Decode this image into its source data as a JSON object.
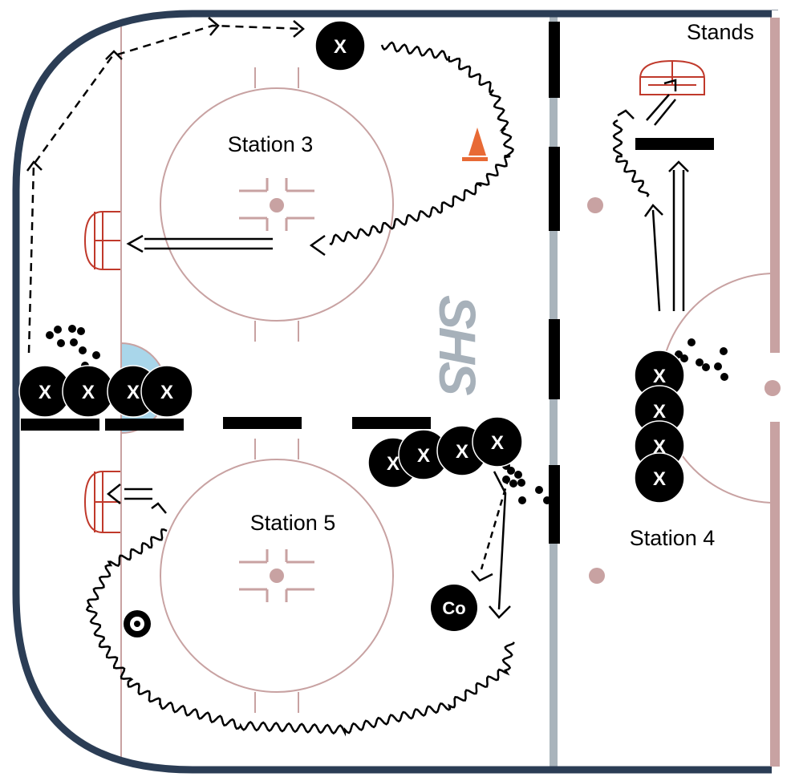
{
  "labels": {
    "station_3": "Station 3",
    "station_5": "Station 5",
    "station_4": "Station 4",
    "stands": "Stands"
  },
  "player_symbol": "X",
  "coach_symbol": "Co",
  "watermark": "SHS",
  "colors": {
    "boards": "#2b3d55",
    "circle_lines": "#c8a2a2",
    "goal_red": "#c0392b",
    "crease_blue": "#a9d6ea",
    "blue_line": "#a9b4bc",
    "red_line_pink": "#c8a2a2",
    "cone_orange": "#e86a35",
    "marker_black": "#000000"
  },
  "icons": [
    "cone-icon",
    "tire-icon",
    "net-icon",
    "puck-icon"
  ]
}
